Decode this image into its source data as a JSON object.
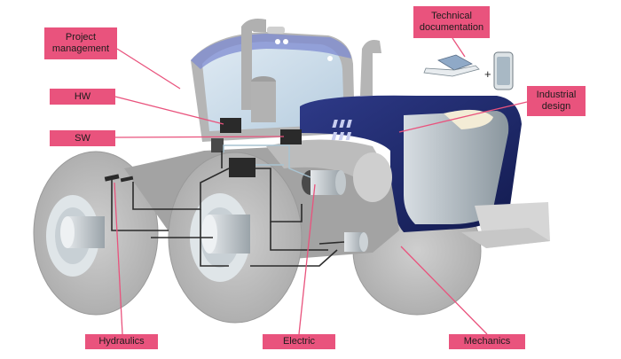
{
  "labels": {
    "project_management": "Project\nmanagement",
    "technical_documentation": "Technical\ndocumentation",
    "hw": "HW",
    "sw": "SW",
    "industrial_design": "Industrial\ndesign",
    "hydraulics": "Hydraulics",
    "electric": "Electric",
    "mechanics": "Mechanics"
  },
  "plus_sign": "+",
  "icons": [
    "laptop-icon",
    "tablet-icon"
  ],
  "colors": {
    "label_background": "#e9537d",
    "leader_line": "#e9537d",
    "body_navy": "#1f2a6b",
    "tire_gray": "#b9b9b9",
    "cabin_glass": "#c9dbe8",
    "wiring": "#2b2b2b"
  }
}
